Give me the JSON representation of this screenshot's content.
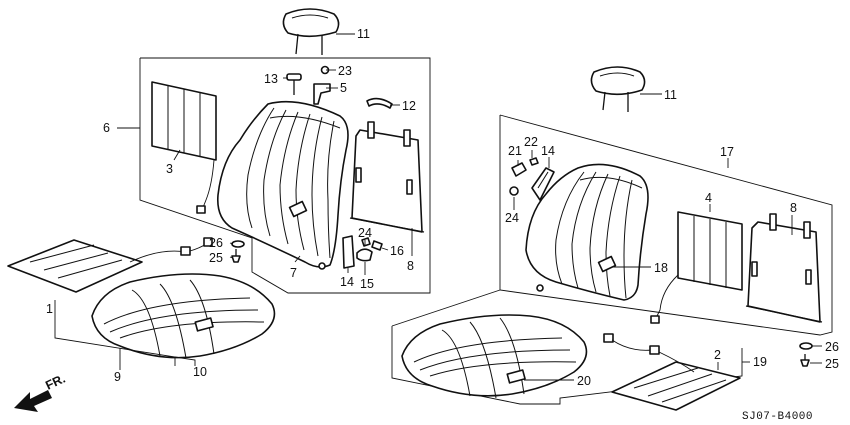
{
  "diagram": {
    "drawing_code": "SJ07-B4000",
    "front_indicator": "FR.",
    "callouts": [
      {
        "id": "c11a",
        "text": "11"
      },
      {
        "id": "c23",
        "text": "23"
      },
      {
        "id": "c13",
        "text": "13"
      },
      {
        "id": "c5",
        "text": "5"
      },
      {
        "id": "c12",
        "text": "12"
      },
      {
        "id": "c6",
        "text": "6"
      },
      {
        "id": "c3",
        "text": "3"
      },
      {
        "id": "c26a",
        "text": "26"
      },
      {
        "id": "c25a",
        "text": "25"
      },
      {
        "id": "c24a",
        "text": "24"
      },
      {
        "id": "c16",
        "text": "16"
      },
      {
        "id": "c7",
        "text": "7"
      },
      {
        "id": "c8a",
        "text": "8"
      },
      {
        "id": "c14a",
        "text": "14"
      },
      {
        "id": "c15",
        "text": "15"
      },
      {
        "id": "c1",
        "text": "1"
      },
      {
        "id": "c9",
        "text": "9"
      },
      {
        "id": "c10",
        "text": "10"
      },
      {
        "id": "c11b",
        "text": "11"
      },
      {
        "id": "c22",
        "text": "22"
      },
      {
        "id": "c21",
        "text": "21"
      },
      {
        "id": "c14b",
        "text": "14"
      },
      {
        "id": "c17",
        "text": "17"
      },
      {
        "id": "c24b",
        "text": "24"
      },
      {
        "id": "c4",
        "text": "4"
      },
      {
        "id": "c8b",
        "text": "8"
      },
      {
        "id": "c18",
        "text": "18"
      },
      {
        "id": "c26b",
        "text": "26"
      },
      {
        "id": "c25b",
        "text": "25"
      },
      {
        "id": "c2",
        "text": "2"
      },
      {
        "id": "c19",
        "text": "19"
      },
      {
        "id": "c20",
        "text": "20"
      }
    ]
  }
}
